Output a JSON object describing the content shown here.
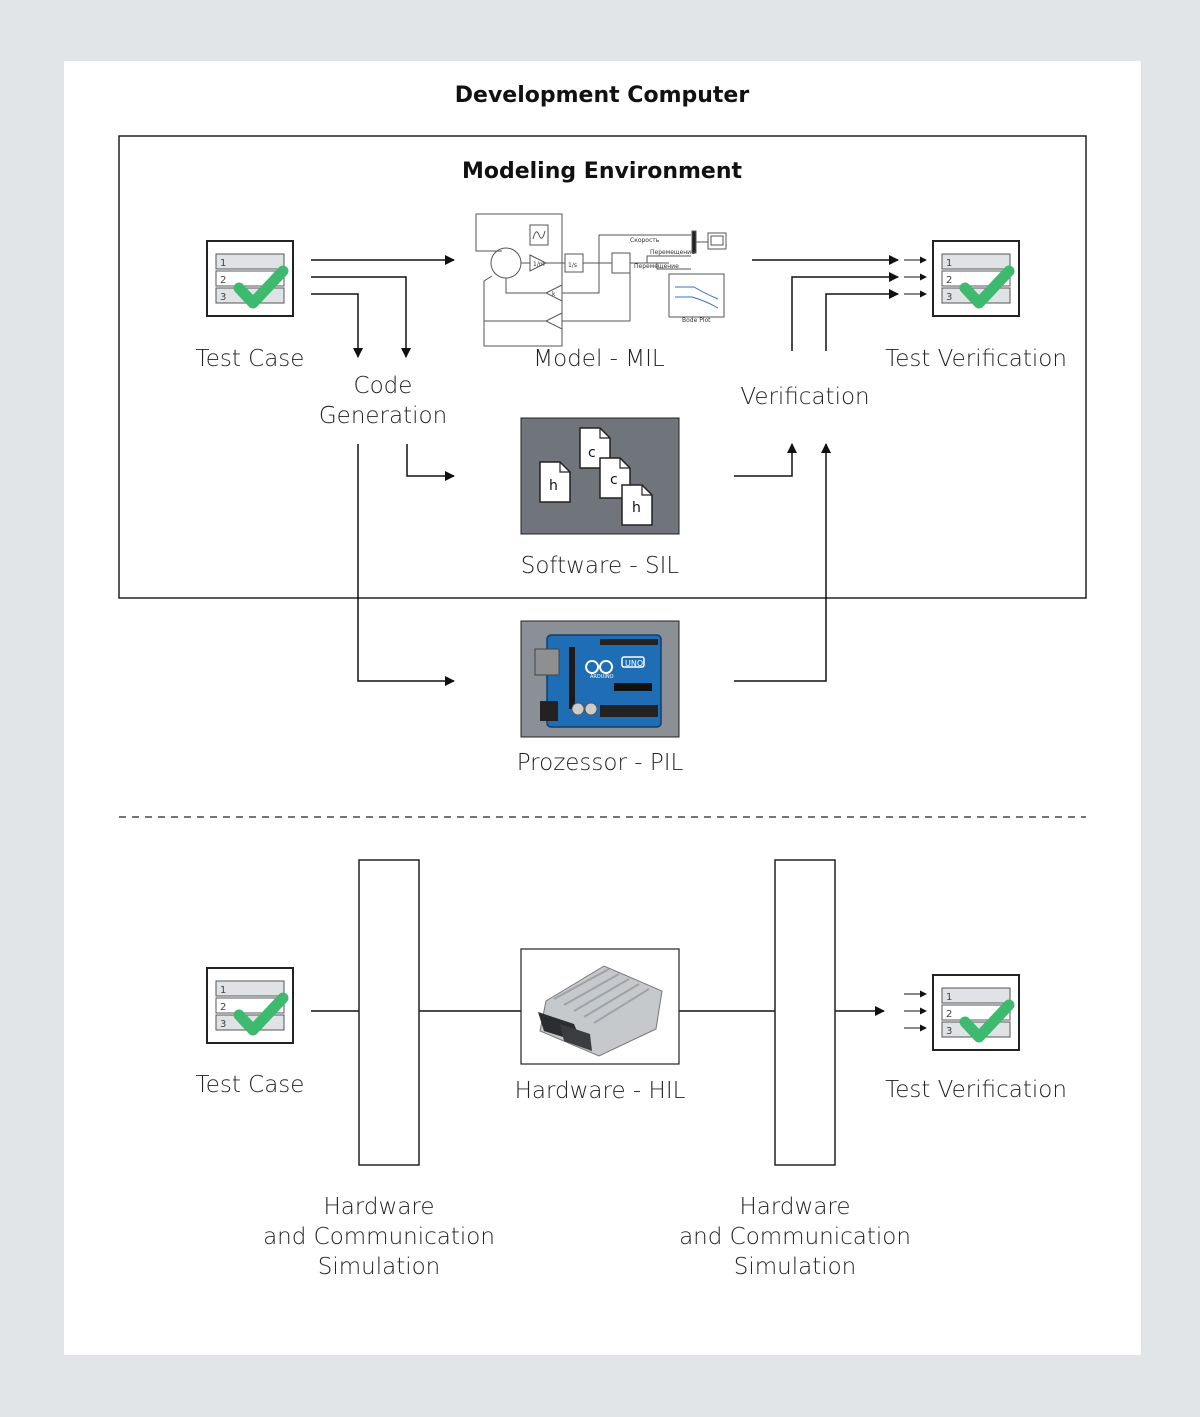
{
  "titles": {
    "development_computer": "Development Computer",
    "modeling_environment": "Modeling Environment"
  },
  "labels": {
    "test_case_top": "Test Case",
    "model_mil": "Model - MIL",
    "test_verification_top": "Test Verification",
    "code_generation_line1": "Code",
    "code_generation_line2": "Generation",
    "verification": "Verification",
    "software_sil": "Software - SIL",
    "prozessor_pil": "Prozessor - PIL",
    "test_case_bottom": "Test Case",
    "hardware_hil": "Hardware - HIL",
    "test_verification_bottom": "Test Verification",
    "hw_sim_left": [
      "Hardware",
      "and Communication",
      "Simulation"
    ],
    "hw_sim_right": [
      "Hardware",
      "and Communication",
      "Simulation"
    ]
  },
  "test_case_rows": [
    "1",
    "2",
    "3"
  ],
  "files": [
    {
      "name": "c",
      "icon": "c-file-icon"
    },
    {
      "name": "h",
      "icon": "h-file-icon"
    },
    {
      "name": "c",
      "icon": "c-file-icon"
    },
    {
      "name": "h",
      "icon": "h-file-icon"
    }
  ],
  "simulink": {
    "signal_speed": "Скорость",
    "signal_displacement_1": "Перемещение",
    "signal_displacement_2": "Перемещение",
    "bode_plot": "Bode Plot",
    "gain_k": "k",
    "integrator": "1/s",
    "saturation": "1/m"
  },
  "arduino": {
    "brand": "UNO",
    "sub": "ARDUINO"
  },
  "colors": {
    "check": "#3dba6e",
    "sil_background": "#6f757b",
    "pil_background": "#8a9096",
    "page_background": "#e1e5e8"
  }
}
